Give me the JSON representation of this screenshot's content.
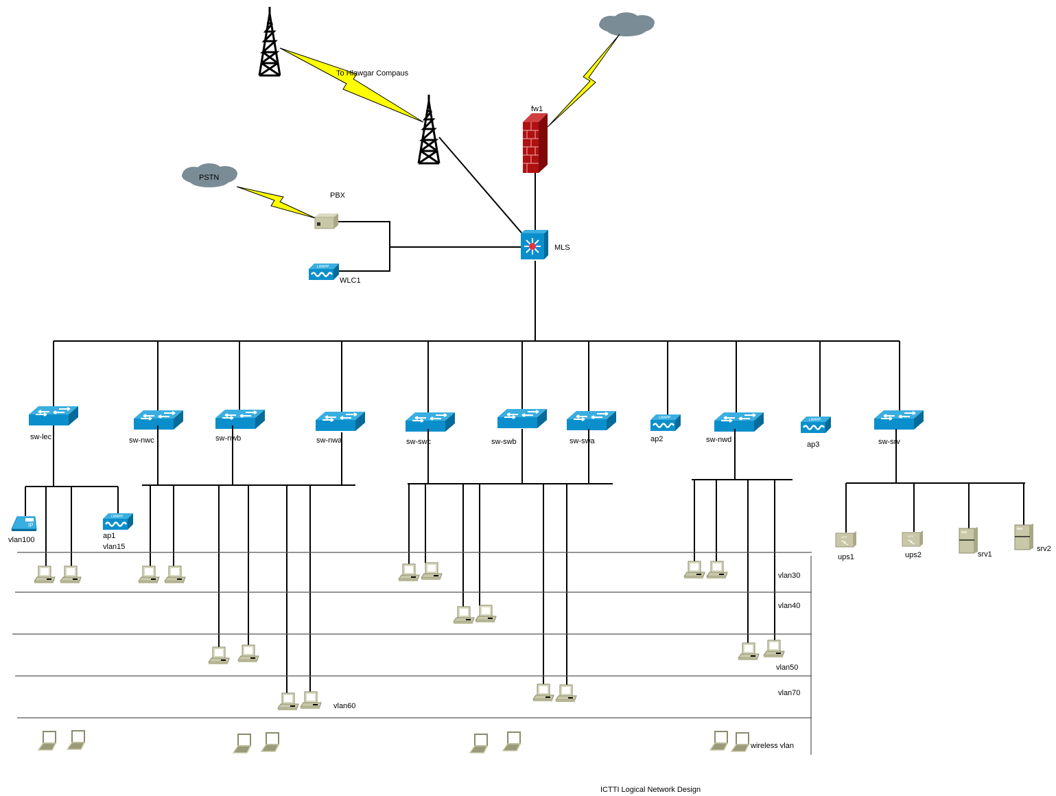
{
  "title": "ICTTI Logical Network Design",
  "colors": {
    "switch_top": "#3aaee0",
    "switch_front": "#0b8fcc",
    "switch_side": "#076b99",
    "firewall": "#b01010",
    "cloud": "#7a8c96",
    "bolt": "#ffff00",
    "pc": "#c8c8a8",
    "mls_dot": "#e8304a"
  },
  "wan": {
    "link_label": "To Hlawgar Compaus",
    "pstn_label": "PSTN",
    "internet_cloud": "internet-cloud"
  },
  "core": {
    "firewall": "fw1",
    "mls": "MLS",
    "pbx": "PBX",
    "wlc": "WLC1"
  },
  "access": [
    {
      "id": "sw-lec",
      "type": "switch"
    },
    {
      "id": "sw-nwc",
      "type": "switch"
    },
    {
      "id": "sw-nwb",
      "type": "switch"
    },
    {
      "id": "sw-nwa",
      "type": "switch"
    },
    {
      "id": "sw-swc",
      "type": "switch"
    },
    {
      "id": "sw-swb",
      "type": "switch"
    },
    {
      "id": "sw-swa",
      "type": "switch"
    },
    {
      "id": "ap2",
      "type": "ap"
    },
    {
      "id": "sw-nwd",
      "type": "switch"
    },
    {
      "id": "ap3",
      "type": "ap"
    },
    {
      "id": "sw-srv",
      "type": "switch"
    }
  ],
  "edge_devices": {
    "ip_phone_label": "vlan100",
    "ap1_label": "ap1",
    "ap1_vlan": "vlan15",
    "servers": [
      "ups1",
      "ups2",
      "srv1",
      "srv2"
    ]
  },
  "vlans": [
    "vlan30",
    "vlan40",
    "vlan50",
    "vlan70",
    "vlan60",
    "wireless vlan"
  ]
}
